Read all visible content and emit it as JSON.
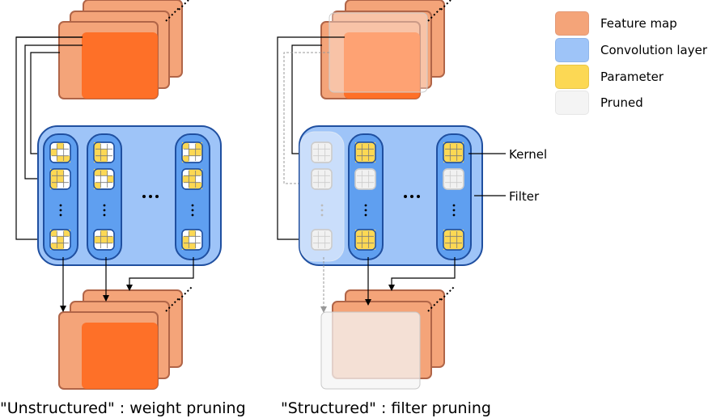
{
  "legend": {
    "feature_map": "Feature map",
    "convolution_layer": "Convolution layer",
    "parameter": "Parameter",
    "pruned": "Pruned"
  },
  "labels": {
    "kernel": "Kernel",
    "filter": "Filter"
  },
  "captions": {
    "left": "\"Unstructured\" : weight pruning",
    "right": "\"Structured\" : filter pruning"
  },
  "ellipsis": "...",
  "colors": {
    "feature_map_fill": "#f4a479",
    "feature_map_stroke": "#b06548",
    "feature_map_core": "#ff6a1f",
    "conv_outer": "#9ec4f8",
    "conv_stroke": "#1f4fa0",
    "conv_column": "#5f9ff0",
    "parameter": "#fcd854",
    "pruned": "#f1f1f1",
    "pruned_stroke": "#cccccc"
  }
}
